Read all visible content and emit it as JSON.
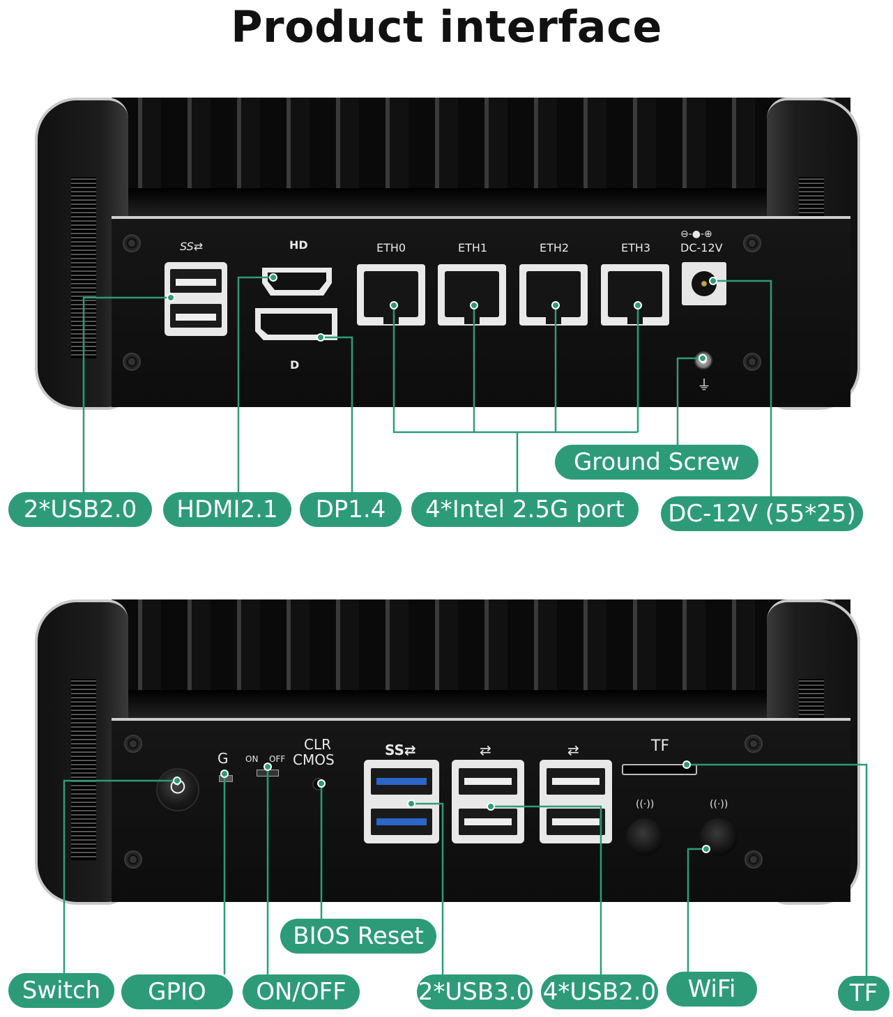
{
  "title": "Product interface",
  "rear_panel": {
    "port_labels": {
      "usb": "SS⇄",
      "hd": "HD",
      "dp": "D",
      "eth0": "ETH0",
      "eth1": "ETH1",
      "eth2": "ETH2",
      "eth3": "ETH3",
      "dc_symbol": "⊖-●-⊕",
      "dc": "DC-12V",
      "ground": "⏚"
    },
    "callouts": {
      "usb": "2*USB2.0",
      "hdmi": "HDMI2.1",
      "dp": "DP1.4",
      "eth": "4*Intel 2.5G port",
      "ground": "Ground Screw",
      "dc": "DC-12V (55*25)"
    }
  },
  "front_panel": {
    "port_labels": {
      "g": "G",
      "on": "ON",
      "off": "OFF",
      "clr": "CLR",
      "cmos": "CMOS",
      "ss": "SS⇄",
      "usb_a": "⇄",
      "usb_b": "⇄",
      "tf": "TF",
      "wifi_a": "((·))",
      "wifi_b": "((·))"
    },
    "callouts": {
      "switch": "Switch",
      "gpio": "GPIO",
      "onoff": "ON/OFF",
      "bios": "BIOS Reset",
      "usb3": "2*USB3.0",
      "usb2": "4*USB2.0",
      "wifi": "WiFi",
      "tf": "TF"
    }
  },
  "accent_color": "#2e9b78",
  "icons": [
    "power-icon",
    "usb-icon",
    "hdmi-icon",
    "displayport-icon",
    "ethernet-icon",
    "dc-jack-icon",
    "ground-icon",
    "wifi-icon"
  ]
}
